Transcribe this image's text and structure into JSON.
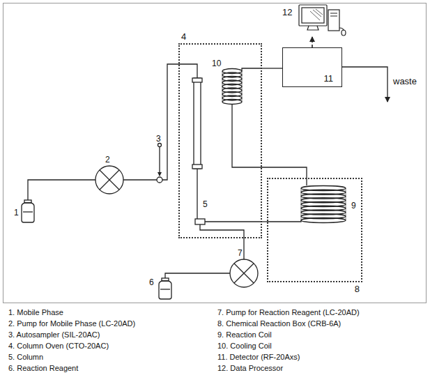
{
  "diagram": {
    "nodes": [
      {
        "text": [
          "4"
        ]
      },
      {
        "text": [
          "8"
        ]
      },
      {
        "text": [
          "11"
        ]
      },
      {
        "text": [
          "12"
        ]
      }
    ],
    "edges": [
      {
        "from": 0,
        "to": 2,
        "arrow": "none"
      },
      {
        "from": 0,
        "to": 1,
        "arrow": "none"
      },
      {
        "from": 1,
        "to": 0,
        "arrow": "none"
      },
      {
        "from": 2,
        "to": 3,
        "arrow": "to"
      }
    ],
    "labels": [
      "1",
      "2",
      "3",
      "5",
      "6",
      "7",
      "9",
      "10",
      "waste",
      "1. Mobile Phase",
      "2. Pump for Mobile Phase (LC-20AD)",
      "3. Autosampler (SIL-20AC)",
      "4. Column Oven (CTO-20AC)",
      "5. Column",
      "6. Reaction Reagent",
      "7. Pump for Reaction Reagent (LC-20AD)",
      "8. Chemical Reaction Box (CRB-6A)",
      "9. Reaction Coil",
      "10. Cooling Coil",
      "11. Detector (RF-20Axs)",
      "12. Data Processor"
    ]
  }
}
